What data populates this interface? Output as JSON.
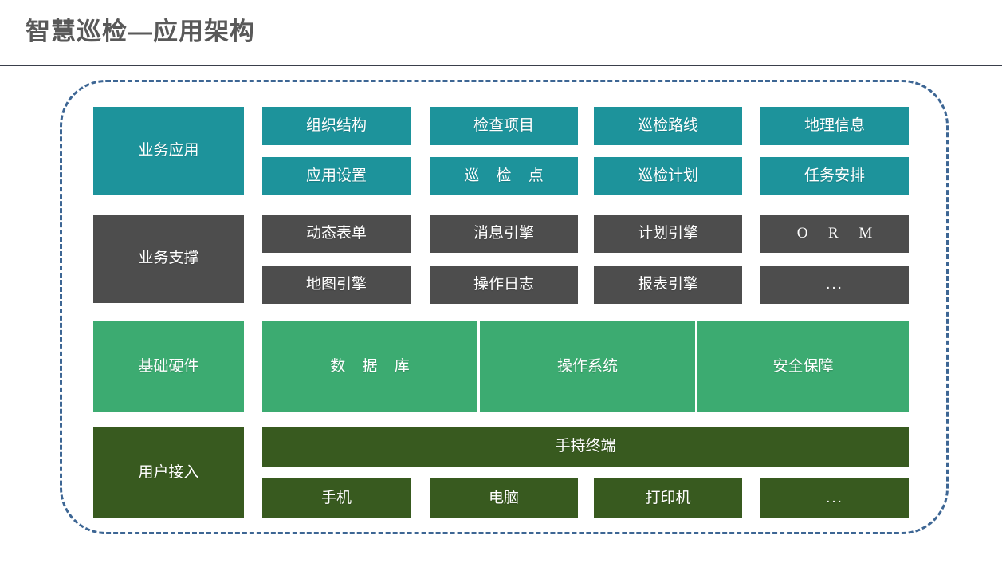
{
  "header": {
    "title": "智慧巡检—应用架构"
  },
  "diagram": {
    "container_border_color": "#3d6694",
    "layers": [
      {
        "id": "business-application",
        "label": "业务应用",
        "color": "#1d939b",
        "rows": [
          [
            "组织结构",
            "检查项目",
            "巡检路线",
            "地理信息"
          ],
          [
            "应用设置",
            "巡 检 点",
            "巡检计划",
            "任务安排"
          ]
        ]
      },
      {
        "id": "business-support",
        "label": "业务支撑",
        "color": "#4d4d4d",
        "rows": [
          [
            "动态表单",
            "消息引擎",
            "计划引擎",
            "O  R M"
          ],
          [
            "地图引擎",
            "操作日志",
            "报表引擎",
            "..."
          ]
        ]
      },
      {
        "id": "basic-hardware",
        "label": "基础硬件",
        "color": "#3cab71",
        "rows": [
          [
            "数 据 库",
            "操作系统",
            "安全保障"
          ]
        ]
      },
      {
        "id": "user-access",
        "label": "用户接入",
        "color": "#385a1f",
        "rows": [
          [
            "手持终端"
          ],
          [
            "手机",
            "电脑",
            "打印机",
            "..."
          ]
        ]
      }
    ]
  }
}
